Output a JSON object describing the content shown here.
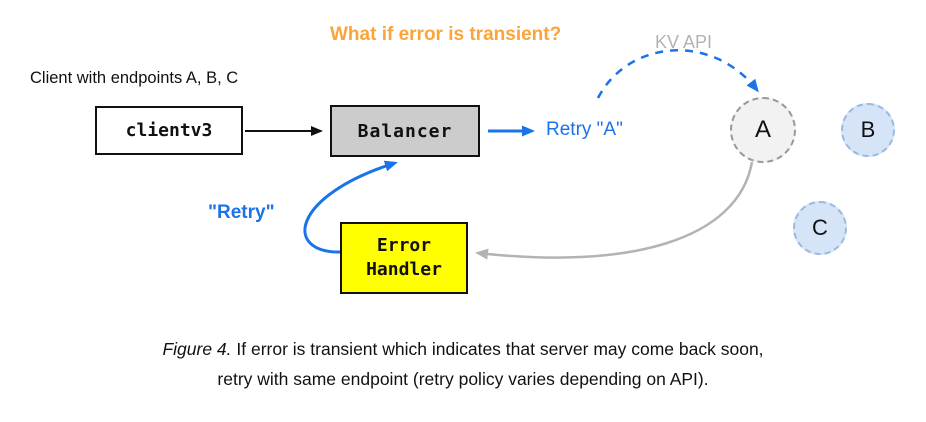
{
  "title": "What if error is transient?",
  "kv_api_label": "KV API",
  "client_label": "Client with endpoints A, B, C",
  "nodes": {
    "clientv3": "clientv3",
    "balancer": "Balancer",
    "error_handler_line1": "Error",
    "error_handler_line2": "Handler"
  },
  "labels": {
    "retry_a": "Retry \"A\"",
    "retry": "\"Retry\""
  },
  "endpoints": [
    {
      "label": "A"
    },
    {
      "label": "B"
    },
    {
      "label": "C"
    }
  ],
  "caption": {
    "figure": "Figure 4.",
    "rest1": " If error is transient which indicates that server may come back soon,",
    "line2": "retry with same endpoint (retry policy varies depending on API)."
  },
  "colors": {
    "title_orange": "#FAA43A",
    "accent_blue": "#1A73E8",
    "wire_gray": "#B3B3B3",
    "balancer_fill": "#CCCCCC",
    "error_handler_fill": "#FFFF00",
    "endpoint_a_fill": "#F2F2F2",
    "endpoint_bc_fill": "#D6E4F8"
  }
}
